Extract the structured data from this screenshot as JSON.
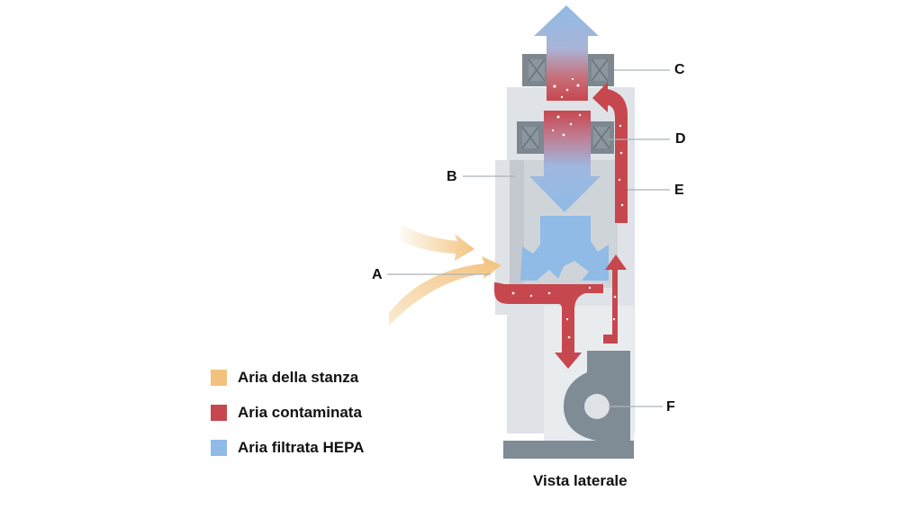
{
  "labels": {
    "a": "A",
    "b": "B",
    "c": "C",
    "d": "D",
    "e": "E",
    "f": "F"
  },
  "legend": [
    {
      "label": "Aria della stanza",
      "color": "#f2c27c"
    },
    {
      "label": "Aria contaminata",
      "color": "#c7474e"
    },
    {
      "label": "Aria filtrata HEPA",
      "color": "#8fbbe6"
    }
  ],
  "caption": "Vista laterale"
}
